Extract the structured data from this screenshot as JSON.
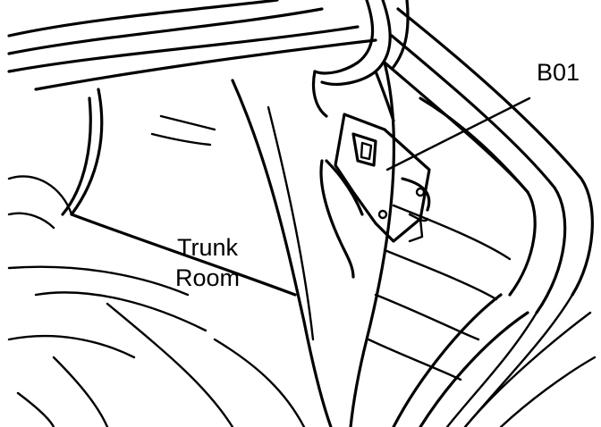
{
  "callout": {
    "code": "B01"
  },
  "area": {
    "line1": "Trunk",
    "line2": "Room"
  }
}
